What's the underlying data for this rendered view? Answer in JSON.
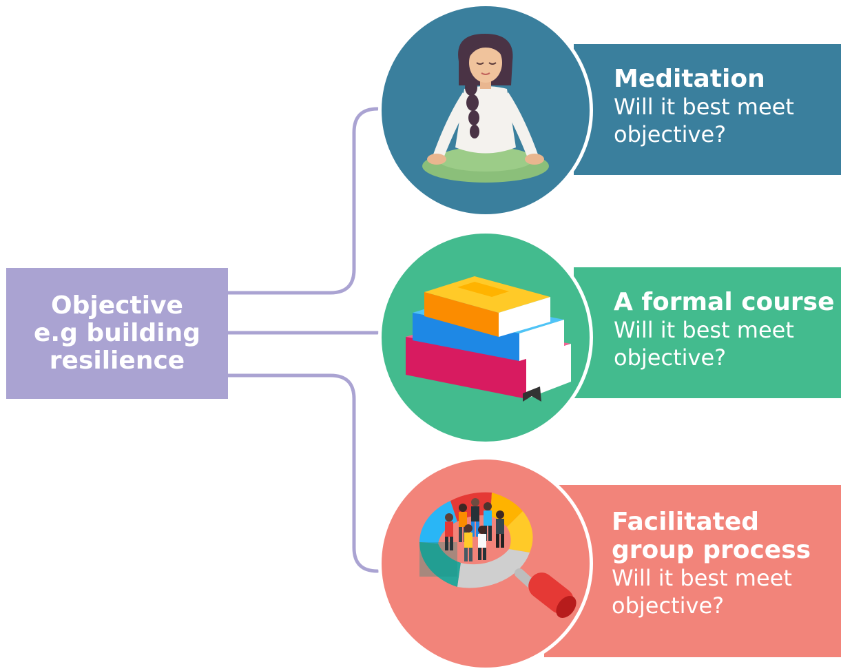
{
  "objective": {
    "line1": "Objective",
    "line2": "e.g building",
    "line3": "resilience"
  },
  "options": [
    {
      "title": "Meditation",
      "sub1": "Will it best meet",
      "sub2": "objective?"
    },
    {
      "title": "A formal course",
      "sub1": "Will it best meet",
      "sub2": "objective?"
    },
    {
      "title1": "Facilitated",
      "title2": "group process",
      "sub1": "Will it best meet",
      "sub2": "objective?"
    }
  ],
  "icons": [
    "meditation-woman-icon",
    "book-stack-icon",
    "group-magnifier-chart-icon"
  ],
  "colors": {
    "objective": "#aaa3d2",
    "meditation": "#3a7f9d",
    "course": "#43bb8e",
    "group": "#f2847a",
    "connector": "#aaa3d2"
  }
}
